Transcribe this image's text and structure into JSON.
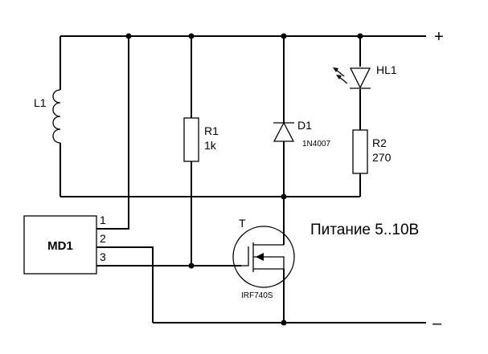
{
  "rails": {
    "positive": "+",
    "negative": "–"
  },
  "components": {
    "inductor": {
      "ref": "L1"
    },
    "resistor_1": {
      "ref": "R1",
      "value": "1k"
    },
    "diode": {
      "ref": "D1",
      "part": "1N4007"
    },
    "led": {
      "ref": "HL1"
    },
    "resistor_2": {
      "ref": "R2",
      "value": "270"
    },
    "transistor": {
      "ref": "T",
      "part": "IRF740S"
    },
    "module": {
      "ref": "MD1",
      "pins": [
        "1",
        "2",
        "3"
      ]
    }
  },
  "supply_note": "Питание 5..10В"
}
